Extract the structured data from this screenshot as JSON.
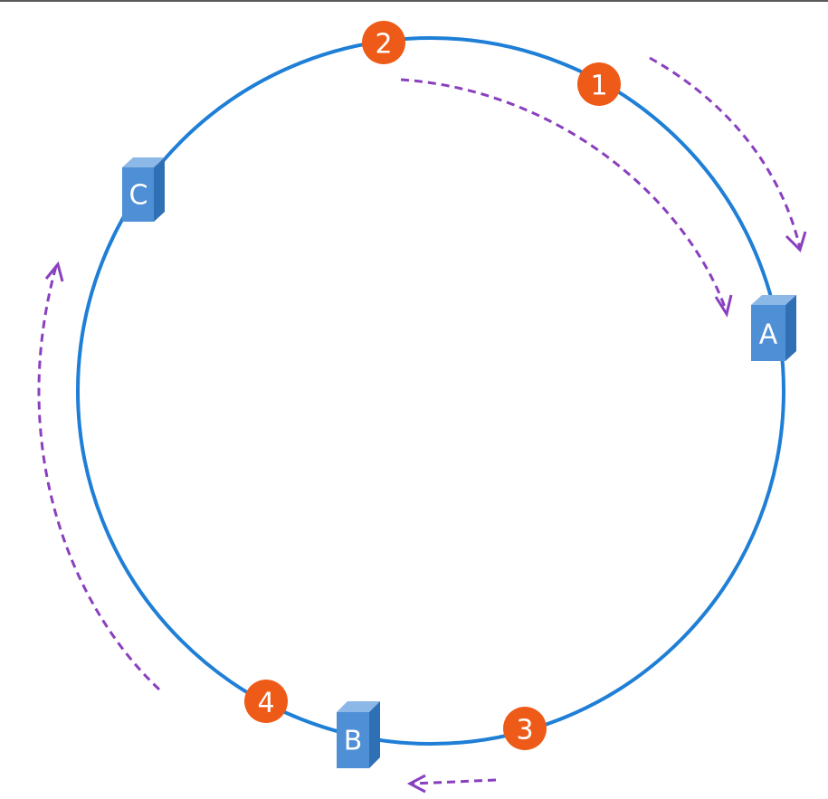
{
  "colors": {
    "ring": "#1f7fd6",
    "key_fill": "#ee5b18",
    "node_front": "#4f8fd6",
    "node_top": "#8cb8e8",
    "node_side": "#2f6fb4",
    "arrow": "#8a3fbf"
  },
  "keys": [
    {
      "label": "1"
    },
    {
      "label": "2"
    },
    {
      "label": "3"
    },
    {
      "label": "4"
    }
  ],
  "nodes": [
    {
      "label": "A"
    },
    {
      "label": "B"
    },
    {
      "label": "C"
    }
  ]
}
